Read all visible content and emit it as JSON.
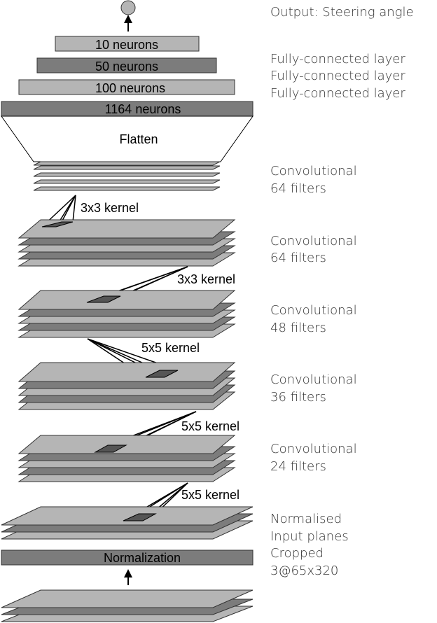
{
  "output": {
    "label": "Output: Steering angle"
  },
  "dense_layers": [
    {
      "label": "10 neurons",
      "color": "#b5b5b5"
    },
    {
      "label": "50 neurons",
      "color": "#7c7c7c"
    },
    {
      "label": "100 neurons",
      "color": "#b5b5b5"
    },
    {
      "label": "1164 neurons",
      "color": "#7c7c7c"
    }
  ],
  "fc_labels": [
    "Fully-connected layer",
    "Fully-connected layer",
    "Fully-connected layer"
  ],
  "flatten": {
    "label": "Flatten"
  },
  "conv_layers": [
    {
      "line1": "Convolutional",
      "line2": "64 filters"
    },
    {
      "line1": "Convolutional",
      "line2": "64 filters"
    },
    {
      "line1": "Convolutional",
      "line2": "48 filters"
    },
    {
      "line1": "Convolutional",
      "line2": "36 filters"
    },
    {
      "line1": "Convolutional",
      "line2": "24 filters"
    }
  ],
  "kernels": [
    "3x3 kernel",
    "3x3 kernel",
    "5x5 kernel",
    "5x5 kernel",
    "5x5 kernel"
  ],
  "normalised_input": {
    "line1": "Normalised",
    "line2": "Input planes"
  },
  "normalization": {
    "label": "Normalization",
    "color": "#7c7c7c"
  },
  "cropped": {
    "line1": "Cropped",
    "line2": "3@65x320"
  },
  "colors": {
    "plane_light": "#b5b5b5",
    "plane_dark": "#7c7c7c",
    "kernel": "#555555"
  }
}
